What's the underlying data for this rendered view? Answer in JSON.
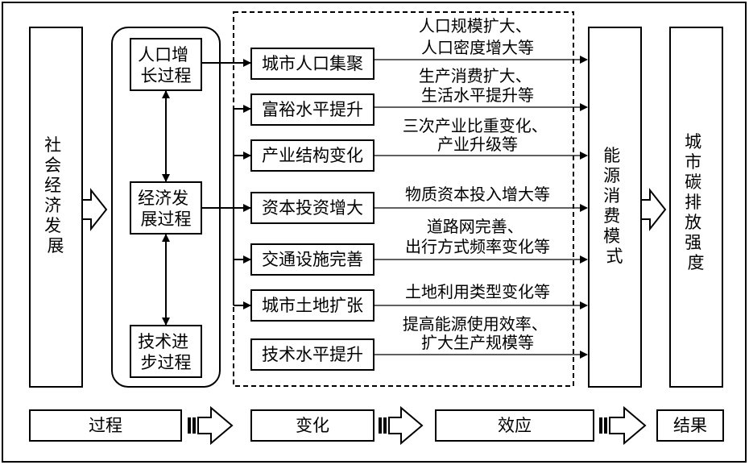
{
  "left_box": {
    "label": "社会经济发展"
  },
  "processes": {
    "population": {
      "lines": [
        "人口增",
        "长过程"
      ]
    },
    "economy": {
      "lines": [
        "经济发",
        "展过程"
      ]
    },
    "technology": {
      "lines": [
        "技术进",
        "步过程"
      ]
    }
  },
  "changes": [
    {
      "label": "城市人口集聚",
      "effect": [
        "人口规模扩大、",
        "人口密度增大等"
      ]
    },
    {
      "label": "富裕水平提升",
      "effect": [
        "生产消费扩大、",
        "生活水平提升等"
      ]
    },
    {
      "label": "产业结构变化",
      "effect": [
        "三次产业比重变化、",
        "产业升级等"
      ]
    },
    {
      "label": "资本投资增大",
      "effect": [
        "物质资本投入增大等"
      ]
    },
    {
      "label": "交通设施完善",
      "effect": [
        "道路网完善、",
        "出行方式频率变化等"
      ]
    },
    {
      "label": "城市土地扩张",
      "effect": [
        "土地利用类型变化等"
      ]
    },
    {
      "label": "技术水平提升",
      "effect": [
        "提高能源使用效率、",
        "扩大生产规模等"
      ]
    }
  ],
  "energy_box": {
    "label": "能源消费模式"
  },
  "result_box": {
    "label": "城市碳排放强度"
  },
  "legend": {
    "process": "过程",
    "change": "变化",
    "effect": "效应",
    "result": "结果"
  }
}
